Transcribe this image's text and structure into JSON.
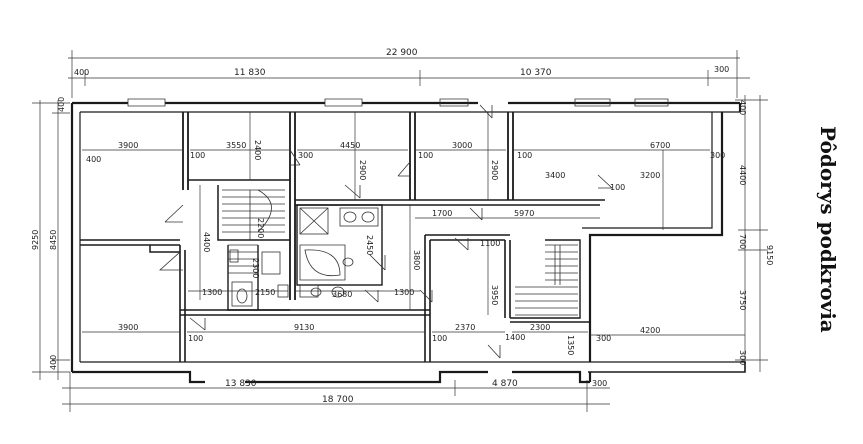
{
  "title": "Pôdorys podkrovia",
  "dimensions": {
    "top_total": "22 900",
    "top_left": "11 830",
    "top_right": "10 370",
    "top_end_left": "400",
    "top_end_right": "300",
    "bottom_mid": "13 830",
    "bottom_right": "4 870",
    "bottom_end": "300",
    "bottom_total": "18 700",
    "left_outer": "9250",
    "left_inner": "8450",
    "left_top": "400",
    "left_bottom": "400",
    "right_outer": "9150",
    "right_top_seg": "400",
    "right_upper": "4400",
    "right_mid": "700",
    "right_lower": "3750",
    "right_bottom_seg": "300"
  },
  "rooms": {
    "r1_width": "3900",
    "r2_width": "3550",
    "r3_width": "4450",
    "r4_width": "3000",
    "r5_width": "6700",
    "r5_sub": "3400",
    "r5_depth": "3200",
    "bottom_left_width": "3900",
    "corridor_len": "9130",
    "hall_width": "5970",
    "bath_width": "3680",
    "wc_width": "2150",
    "small_width": "1300",
    "stair_width": "2300",
    "room_mid_width": "2370",
    "right_bottom_width": "4200",
    "depth_2900a": "2900",
    "depth_2900b": "2900",
    "depth_2400": "2400",
    "depth_4400": "4400",
    "depth_3800": "3800",
    "depth_3950": "3950",
    "depth_2450": "2450",
    "depth_2300": "2300",
    "depth_1350": "1350",
    "wall_100": "100",
    "wall_300": "300",
    "wall_400": "400",
    "wall_1300": "1300",
    "wall_1700": "1700",
    "wall_1100": "1100",
    "wall_1400": "1400",
    "wall_2200": "2200"
  }
}
